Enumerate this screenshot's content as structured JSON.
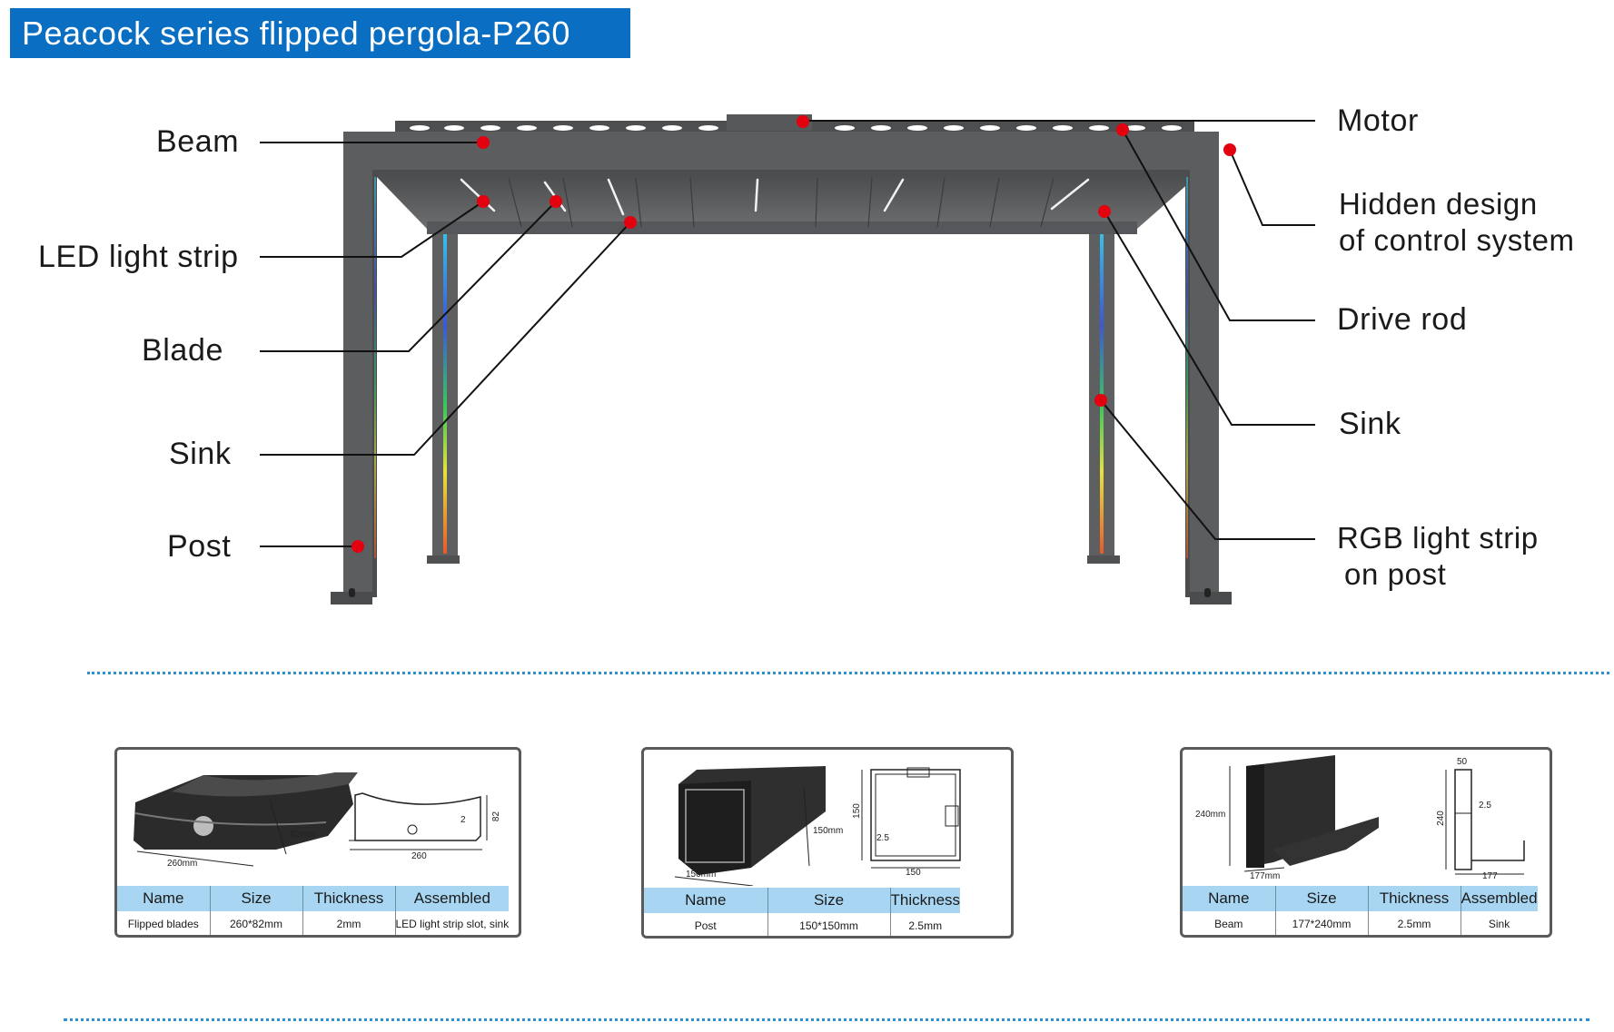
{
  "title": "Peacock series flipped pergola-P260",
  "labels": {
    "beam": "Beam",
    "led_strip": "LED light strip",
    "blade": "Blade",
    "sink_left": "Sink",
    "post": "Post",
    "motor": "Motor",
    "hidden_line1": "Hidden design",
    "hidden_line2": "of control system",
    "drive_rod": "Drive rod",
    "sink_right": "Sink",
    "rgb_line1": "RGB light strip",
    "rgb_line2": "on post"
  },
  "colors": {
    "accent": "#0a6fc2",
    "marker": "#e3000f",
    "frame": "#5b5d5f",
    "table_header": "#a8d6f2",
    "divider": "#2f8fd0"
  },
  "cards": [
    {
      "dims": {
        "width": "260mm",
        "height": "82mm",
        "draw_height": "82",
        "draw_width": "260",
        "draw_thickness": "2"
      },
      "headers": [
        "Name",
        "Size",
        "Thickness",
        "Assembled"
      ],
      "row": [
        "Flipped blades",
        "260*82mm",
        "2mm",
        "LED light strip slot, sink"
      ]
    },
    {
      "dims": {
        "width": "150mm",
        "height": "150mm",
        "draw_height": "150",
        "draw_width": "150",
        "draw_thickness": "2.5"
      },
      "headers": [
        "Name",
        "Size",
        "Thickness"
      ],
      "row": [
        "Post",
        "150*150mm",
        "2.5mm"
      ]
    },
    {
      "dims": {
        "height": "240mm",
        "width": "177mm",
        "draw_top": "50",
        "draw_height": "240",
        "draw_thickness": "2.5",
        "draw_width": "177"
      },
      "headers": [
        "Name",
        "Size",
        "Thickness",
        "Assembled"
      ],
      "row": [
        "Beam",
        "177*240mm",
        "2.5mm",
        "Sink"
      ]
    }
  ]
}
